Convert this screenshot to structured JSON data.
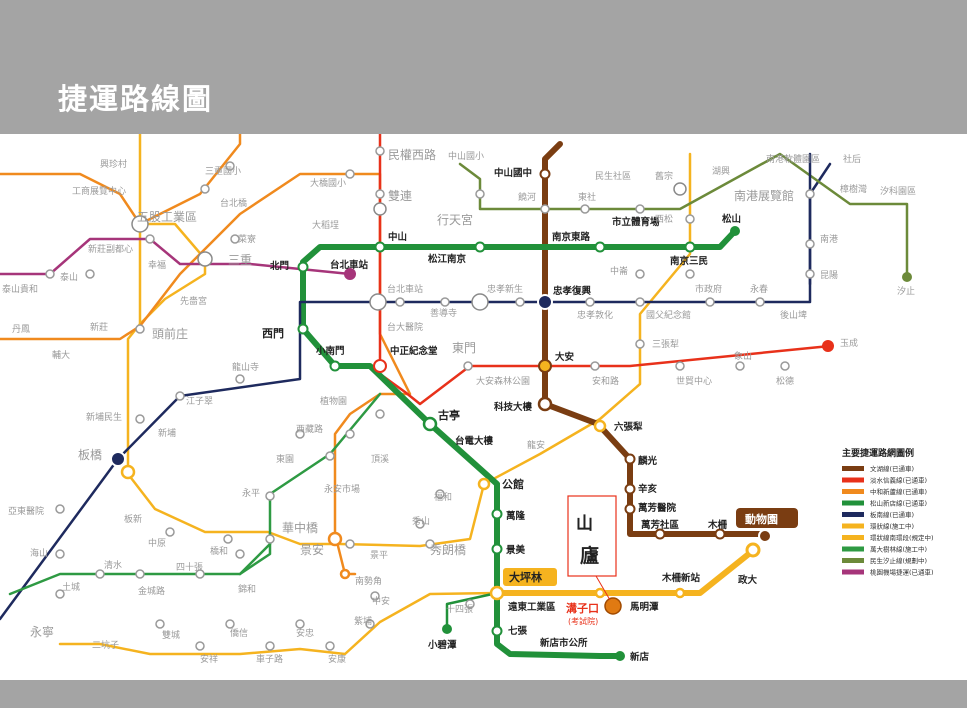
{
  "header": {
    "title": "捷運路線圖"
  },
  "legend": {
    "title": "主要捷運路網圖例",
    "items": [
      {
        "label": "文湖線(已通車)",
        "color": "#7a3d12"
      },
      {
        "label": "淡水信義線(已通車)",
        "color": "#e8311a"
      },
      {
        "label": "中和新蘆線(已通車)",
        "color": "#f08a1e"
      },
      {
        "label": "松山新店線(已通車)",
        "color": "#21913a"
      },
      {
        "label": "板南線(已通車)",
        "color": "#1e2a5e"
      },
      {
        "label": "環狀線(施工中)",
        "color": "#f5b31f"
      },
      {
        "label": "環狀線南環段(規定中)",
        "color": "#f5b31f"
      },
      {
        "label": "萬大樹林線(施工中)",
        "color": "#2e9a43"
      },
      {
        "label": "民生汐止線(規劃中)",
        "color": "#6c8a3a"
      },
      {
        "label": "桃園機場捷運(已通車)",
        "color": "#a6357a"
      }
    ]
  },
  "highlight": {
    "logo_text": "山廬",
    "site_name": "溝子口",
    "site_sub": "(考試院)",
    "daipinglin": "大坪林",
    "zoo": "動物園"
  },
  "stations": {
    "s1": "民權西路",
    "s2": "中山國小",
    "s3": "中山國中",
    "s4": "雙連",
    "s5": "行天宮",
    "s6": "中山",
    "s7": "松江南京",
    "s8": "南京東路",
    "s9": "南京三民",
    "s10": "松山",
    "s11": "北門",
    "s12": "台北車站",
    "s13": "忠孝復興",
    "s14": "西門",
    "s15": "小南門",
    "s16": "中正紀念堂",
    "s17": "東門",
    "s18": "大安",
    "s19": "科技大樓",
    "s20": "古亭",
    "s21": "六張犁",
    "s22": "台電大樓",
    "s23": "麟光",
    "s24": "公館",
    "s25": "辛亥",
    "s26": "萬隆",
    "s27": "萬芳醫院",
    "s28": "萬芳社區",
    "s29": "木柵",
    "s30": "景美",
    "s31": "七張",
    "s32": "小碧潭",
    "s33": "新店市公所",
    "s34": "新店",
    "s35": "遠東工業區",
    "s36": "木柵新站",
    "s37": "政大",
    "s38": "馬明潭",
    "s39": "華中橋",
    "s40": "景安",
    "s41": "秀朗橋",
    "s42": "板橋",
    "s43": "南港展覽館",
    "s44": "三重",
    "s45": "頭前庄",
    "s46": "五股工業區",
    "s47": "市立體育場",
    "g1": "興珍村",
    "g2": "三重國小",
    "g3": "工商展覽中心",
    "g4": "台北橋",
    "g5": "大橋國小",
    "g6": "大稻埕",
    "g7": "民生社區",
    "g8": "饒河",
    "g9": "東社",
    "g10": "舊宗",
    "g11": "西松",
    "g12": "湖興",
    "g13": "南港軟體園區",
    "g14": "社后",
    "g15": "樟樹灣",
    "g16": "汐科園區",
    "g17": "菜寮",
    "g18": "新莊副都心",
    "g19": "幸福",
    "g20": "泰山",
    "g21": "泰山貴和",
    "g22": "台北車站",
    "g23": "忠孝新生",
    "g24": "中崙",
    "g25": "南港",
    "g26": "昆陽",
    "g27": "汐止",
    "g28": "先嗇宮",
    "g29": "善導寺",
    "g30": "市政府",
    "g31": "永春",
    "g32": "後山埤",
    "g33": "丹鳳",
    "g34": "新莊",
    "g35": "輔大",
    "g36": "台大醫院",
    "g37": "忠孝敦化",
    "g38": "國父紀念館",
    "g39": "三張犁",
    "g40": "龍山寺",
    "g41": "象山",
    "g42": "玉成",
    "g43": "江子翠",
    "g44": "大安森林公園",
    "g45": "安和路",
    "g46": "世貿中心",
    "g47": "松德",
    "g48": "新埔民生",
    "g49": "植物園",
    "g50": "新埔",
    "g51": "西藏路",
    "g52": "龍安",
    "g53": "東園",
    "g54": "頂溪",
    "g55": "永平",
    "g56": "永安市場",
    "g57": "福和",
    "g58": "亞東醫院",
    "g59": "板新",
    "g60": "秀山",
    "g61": "中原",
    "g62": "海山",
    "g63": "橋和",
    "g64": "景平",
    "g65": "清水",
    "g66": "四十張",
    "g67": "南勢角",
    "g68": "土城",
    "g69": "金城路",
    "g70": "錦和",
    "g71": "中安",
    "g72": "十四張",
    "g73": "紫埔",
    "g74": "永寧",
    "g75": "二坑子",
    "g76": "雙城",
    "g77": "僑信",
    "g78": "安忠",
    "g79": "安祥",
    "g80": "車子路",
    "g81": "安康"
  }
}
